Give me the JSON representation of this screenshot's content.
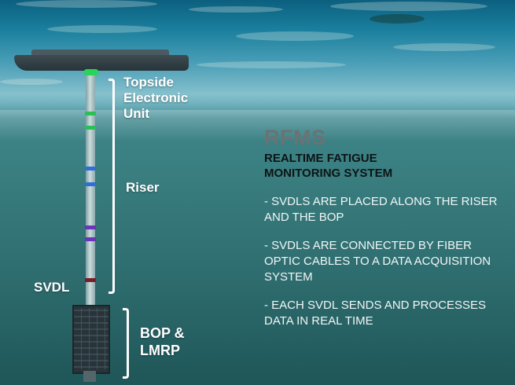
{
  "diagram": {
    "labels": {
      "topside": "Topside Electronic Unit",
      "riser": "Riser",
      "svdl": "SVDL",
      "bop": "BOP & LMRP"
    },
    "svdl_colors": [
      "#2bbf5a",
      "#2bbf5a",
      "#2f6fd6",
      "#2f6fd6",
      "#6a35b8",
      "#6a35b8",
      "#7a1f2a"
    ],
    "topside_color": "#2ad35a"
  },
  "panel": {
    "title": "RFMS",
    "subtitle": "REALTIME FATIGUE MONITORING SYSTEM",
    "bullets": [
      "- SVDLS ARE PLACED ALONG THE RISER AND THE BOP",
      "- SVDLS ARE CONNECTED BY FIBER OPTIC CABLES TO A DATA ACQUISITION SYSTEM",
      "- EACH SVDL SENDS AND PROCESSES DATA IN REAL TIME"
    ]
  }
}
